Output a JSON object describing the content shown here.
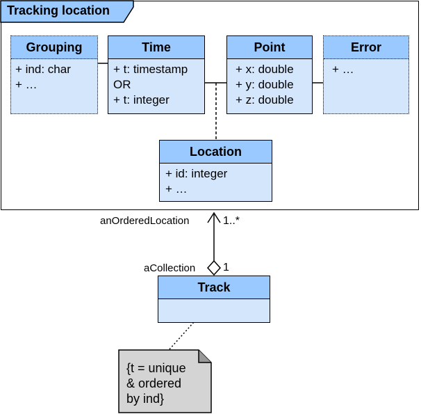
{
  "package": {
    "title": "Tracking location"
  },
  "classes": {
    "grouping": {
      "name": "Grouping",
      "attributes": [
        "+ ind: char",
        "+ …"
      ]
    },
    "time": {
      "name": "Time",
      "attributes": [
        "+ t: timestamp",
        "OR",
        "+ t: integer"
      ]
    },
    "point": {
      "name": "Point",
      "attributes": [
        "+ x: double",
        "+ y: double",
        "+ z: double"
      ]
    },
    "error": {
      "name": "Error",
      "attributes": [
        "+ …"
      ]
    },
    "location": {
      "name": "Location",
      "attributes": [
        "+ id: integer",
        "+ …"
      ]
    },
    "track": {
      "name": "Track",
      "attributes": []
    }
  },
  "association": {
    "target_role": "anOrderedLocation",
    "target_multiplicity": "1..*",
    "source_role": "aCollection",
    "source_multiplicity": "1"
  },
  "note": {
    "lines": [
      "{t = unique",
      "& ordered",
      "by ind}"
    ]
  }
}
